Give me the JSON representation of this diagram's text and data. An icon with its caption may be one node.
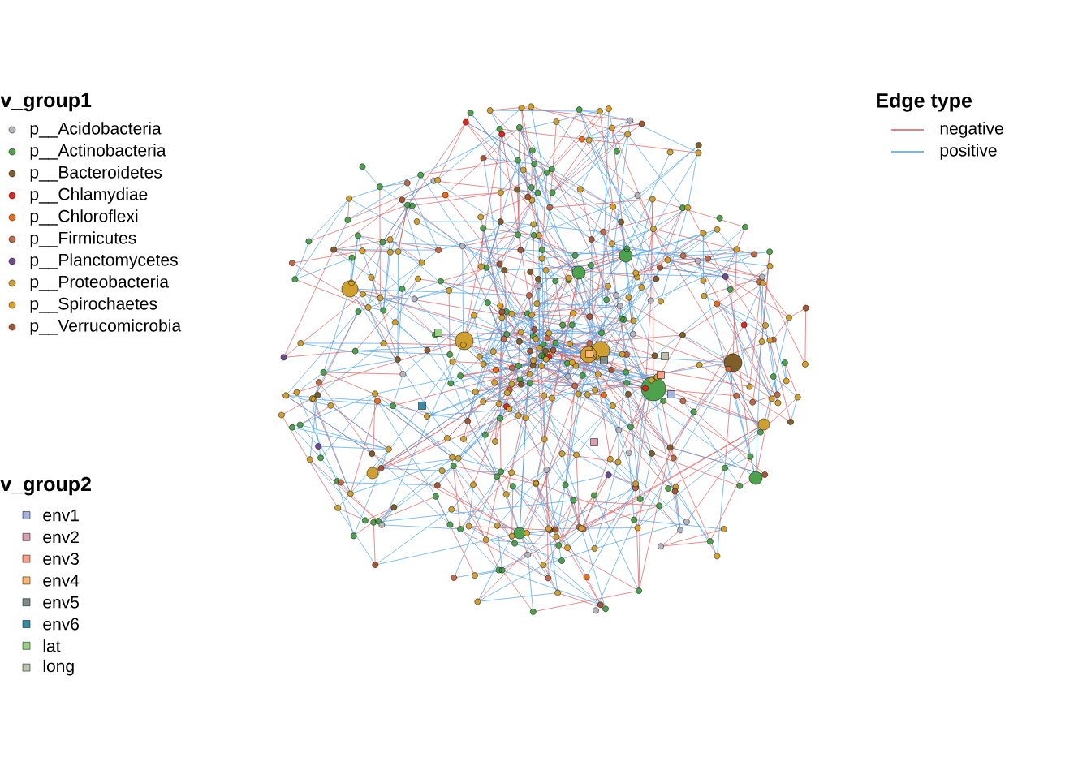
{
  "diagram": {
    "labels": [
      "v_group1",
      "Edge type",
      "v_group2"
    ],
    "legend": [
      {
        "text": "p__Acidobacteria",
        "color": "#b4b4bc"
      },
      {
        "text": "p__Actinobacteria",
        "color": "#4ea24e"
      },
      {
        "text": "p__Bacteroidetes",
        "color": "#7f5e2a"
      },
      {
        "text": "p__Chlamydiae",
        "color": "#e3241c"
      },
      {
        "text": "p__Chloroflexi",
        "color": "#f26a12"
      },
      {
        "text": "p__Firmicutes",
        "color": "#c26a48"
      },
      {
        "text": "p__Planctomycetes",
        "color": "#6e4a8e"
      },
      {
        "text": "p__Proteobacteria",
        "color": "#cfa030"
      },
      {
        "text": "p__Spirochaetes",
        "color": "#e0a020"
      },
      {
        "text": "p__Verrucomicrobia",
        "color": "#a65530"
      },
      {
        "text": "env1",
        "color": "#a4b4e0"
      },
      {
        "text": "env2",
        "color": "#d8a0b0"
      },
      {
        "text": "env3",
        "color": "#f8a08a"
      },
      {
        "text": "env4",
        "color": "#fcb872"
      },
      {
        "text": "env5",
        "color": "#7e8c8c"
      },
      {
        "text": "env6",
        "color": "#3a8aa4"
      },
      {
        "text": "lat",
        "color": "#98d084"
      },
      {
        "text": "long",
        "color": "#bcc4b0"
      },
      {
        "text": "negative"
      },
      {
        "text": "positive"
      }
    ]
  }
}
